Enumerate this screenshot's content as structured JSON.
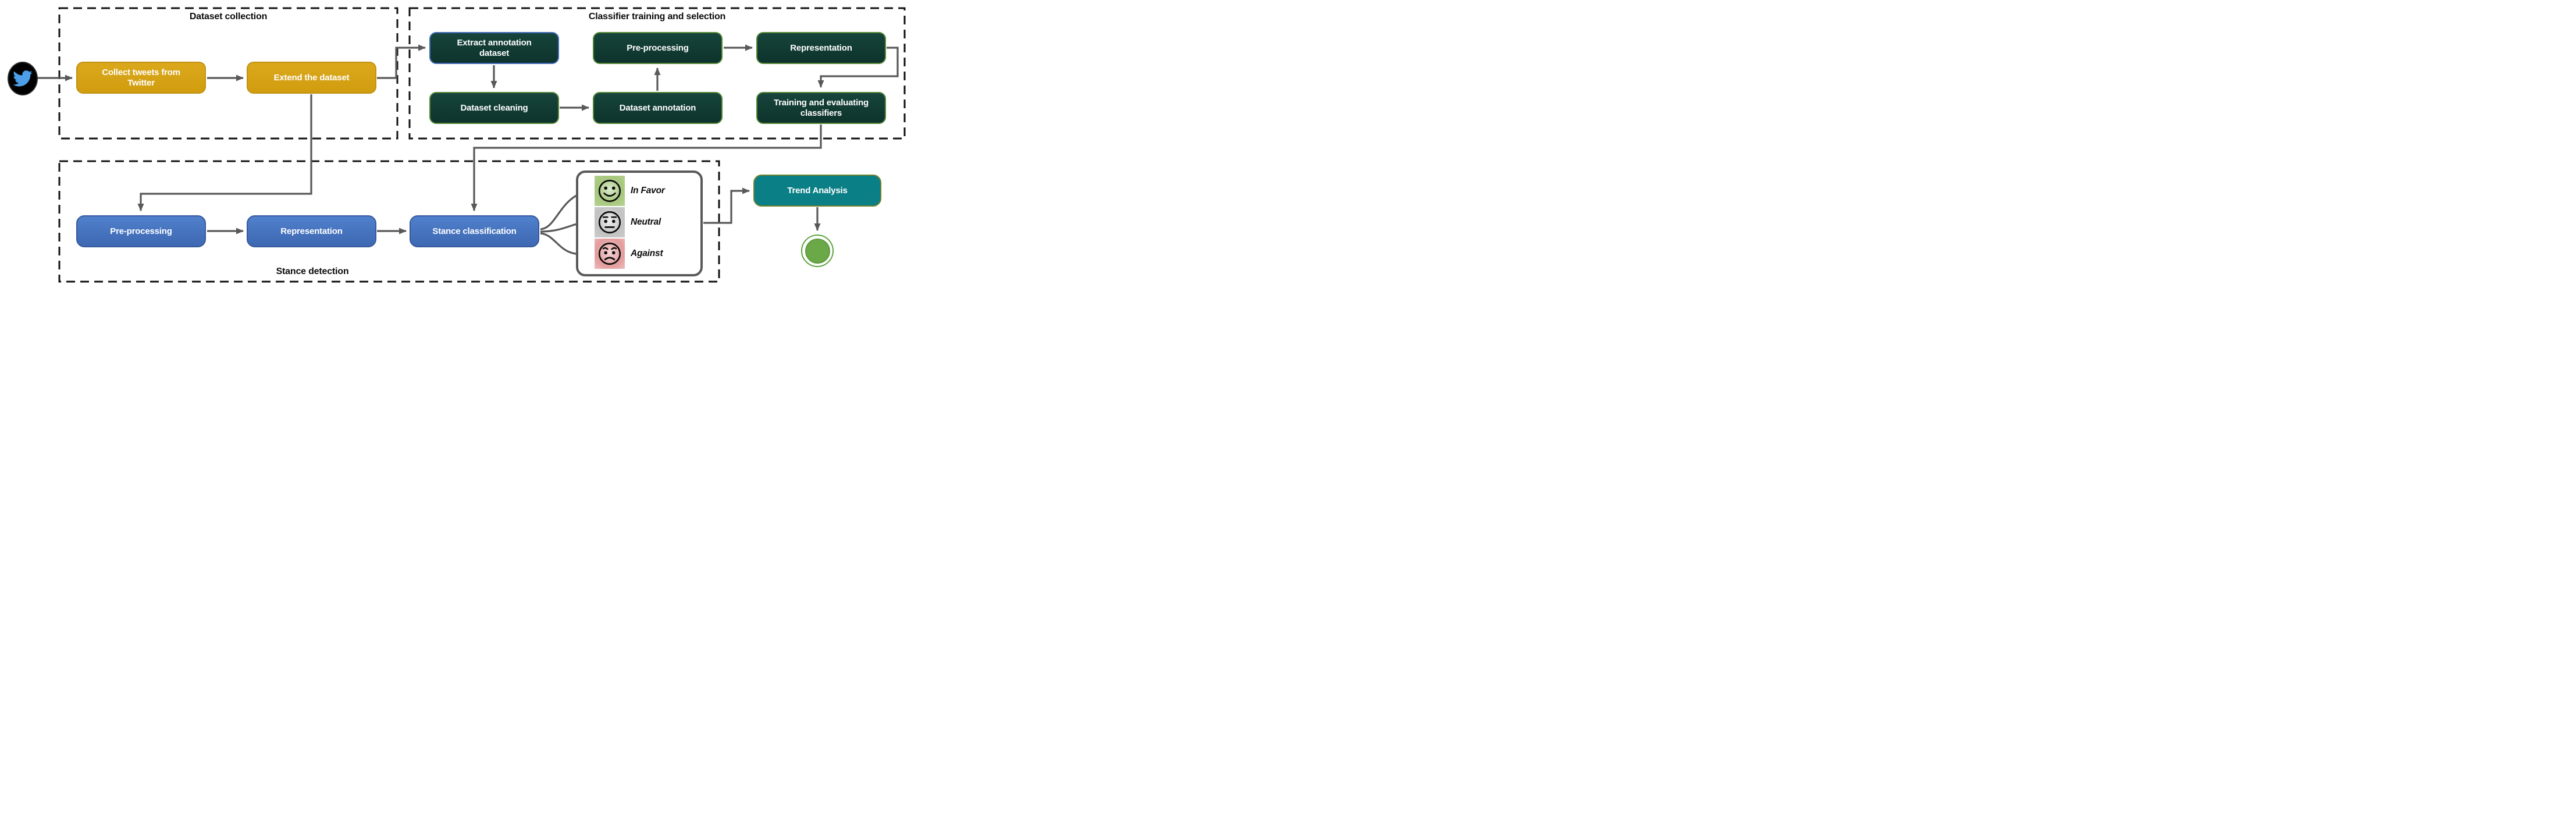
{
  "diagram": {
    "background": "#ffffff",
    "connector_color": "#595959",
    "dashed_border_color": "#111111",
    "sections": {
      "dataset_collection": {
        "title": "Dataset collection"
      },
      "classifier_training": {
        "title": "Classifier training and selection"
      },
      "stance_detection": {
        "title": "Stance detection"
      }
    },
    "nodes": {
      "twitter": {
        "icon": "twitter-bird-icon",
        "bg": "#000000",
        "bird_color": "#4c9fe8"
      },
      "collect_tweets": {
        "label": "Collect tweets from Twitter",
        "fill": "#d5a014",
        "text_color": "#ffffff"
      },
      "extend_dataset": {
        "label": "Extend the dataset",
        "fill": "#d5a014",
        "text_color": "#ffffff"
      },
      "extract_annotation": {
        "label": "Extract annotation dataset",
        "fill": "#0f3730",
        "border": "#4169b8",
        "text_color": "#ffffff"
      },
      "dataset_cleaning": {
        "label": "Dataset cleaning",
        "fill": "#0f3730",
        "border": "#568735",
        "text_color": "#ffffff"
      },
      "preprocessing_training": {
        "label": "Pre-processing",
        "fill": "#0f3730",
        "border": "#568735",
        "text_color": "#ffffff"
      },
      "dataset_annotation": {
        "label": "Dataset annotation",
        "fill": "#0f3730",
        "border": "#568735",
        "text_color": "#ffffff"
      },
      "representation_training": {
        "label": "Representation",
        "fill": "#0f3730",
        "border": "#568735",
        "text_color": "#ffffff"
      },
      "training_evaluating": {
        "label": "Training and evaluating classifiers",
        "fill": "#0f3730",
        "border": "#568735",
        "text_color": "#ffffff"
      },
      "preprocessing_stance": {
        "label": "Pre-processing",
        "fill": "#4472c4",
        "text_color": "#ffffff"
      },
      "representation_stance": {
        "label": "Representation",
        "fill": "#4472c4",
        "text_color": "#ffffff"
      },
      "stance_classification": {
        "label": "Stance classification",
        "fill": "#4472c4",
        "text_color": "#ffffff"
      },
      "trend_analysis": {
        "label": "Trend Analysis",
        "fill": "#0b7f86",
        "border": "#70802f",
        "text_color": "#ffffff"
      },
      "end_state": {
        "icon": "end-node",
        "fill": "#6aa848",
        "ring": "#5ba33c"
      }
    },
    "outcomes": {
      "in_favor": {
        "label": "In Favor",
        "icon": "smiling-face-icon",
        "tile_color": "#a6c77c"
      },
      "neutral": {
        "label": "Neutral",
        "icon": "neutral-face-icon",
        "tile_color": "#c6c6c6"
      },
      "against": {
        "label": "Against",
        "icon": "frowning-face-icon",
        "tile_color": "#e39c9c"
      }
    }
  }
}
